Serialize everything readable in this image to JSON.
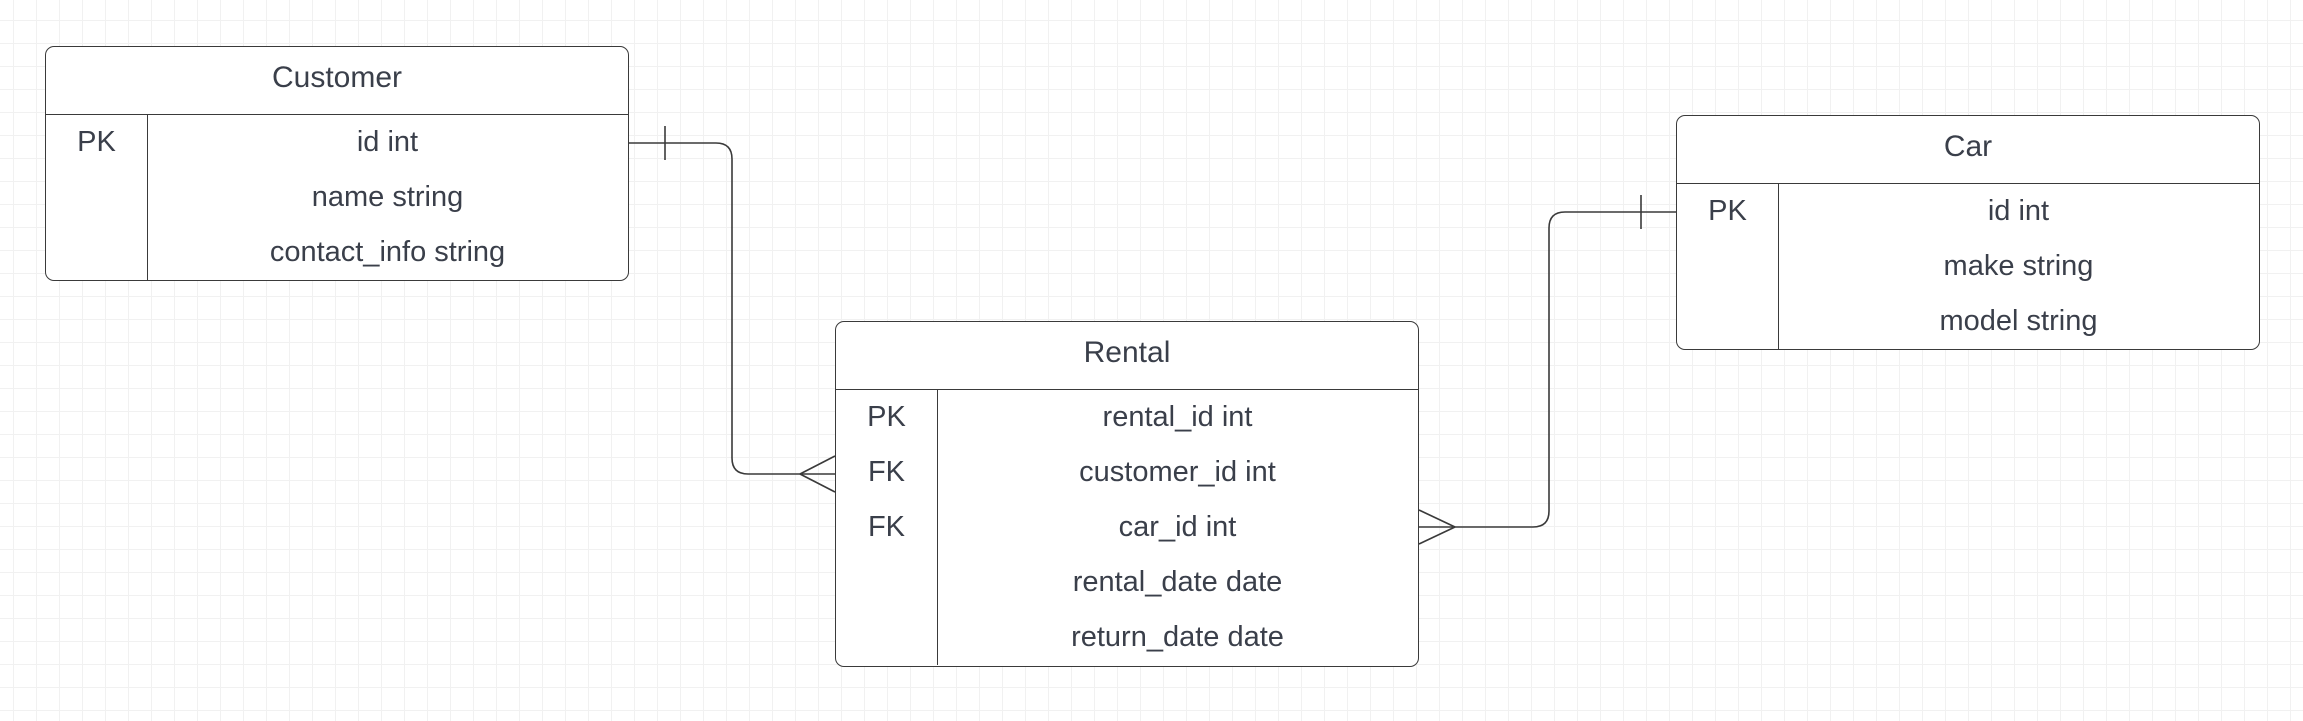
{
  "diagram": {
    "entities": {
      "customer": {
        "title": "Customer",
        "rows": [
          {
            "key": "PK",
            "field": "id int"
          },
          {
            "key": "",
            "field": "name string"
          },
          {
            "key": "",
            "field": "contact_info string"
          }
        ]
      },
      "rental": {
        "title": "Rental",
        "rows": [
          {
            "key": "PK",
            "field": "rental_id int"
          },
          {
            "key": "FK",
            "field": "customer_id int"
          },
          {
            "key": "FK",
            "field": "car_id int"
          },
          {
            "key": "",
            "field": "rental_date date"
          },
          {
            "key": "",
            "field": "return_date date"
          }
        ]
      },
      "car": {
        "title": "Car",
        "rows": [
          {
            "key": "PK",
            "field": "id int"
          },
          {
            "key": "",
            "field": "make string"
          },
          {
            "key": "",
            "field": "model string"
          }
        ]
      }
    },
    "relationships": [
      {
        "from": "customer",
        "to": "rental",
        "from_cardinality": "one",
        "to_cardinality": "many"
      },
      {
        "from": "car",
        "to": "rental",
        "from_cardinality": "one",
        "to_cardinality": "many"
      }
    ],
    "colors": {
      "line": "#3a3a3a",
      "text": "#3a3f4a",
      "grid": "#e6e6e6",
      "background": "#ffffff"
    }
  }
}
